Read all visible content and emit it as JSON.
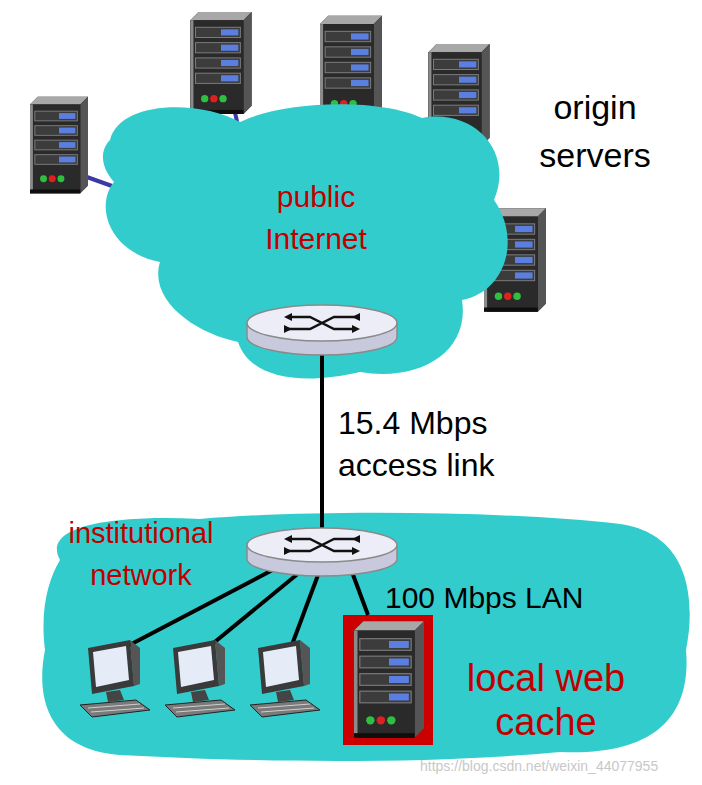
{
  "diagram": {
    "nodes": [
      {
        "text": [
          "public Internet"
        ]
      },
      {
        "text": [
          "institutional network"
        ]
      },
      {
        "text": [
          "local web cache"
        ],
        "in": 1
      }
    ],
    "edges": [
      {
        "from": 0,
        "to": 1,
        "arrow": "none",
        "label": "15.4 Mbps access link"
      }
    ],
    "labels": [
      "origin servers",
      "100 Mbps LAN",
      "https://blog.csdn.net/weixin_44077955"
    ]
  }
}
